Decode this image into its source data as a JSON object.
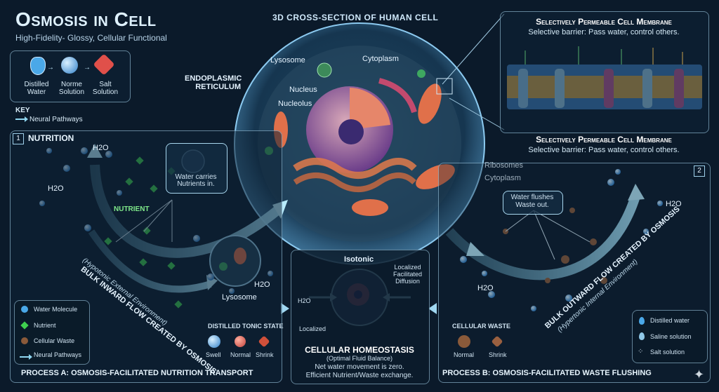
{
  "header": {
    "title": "Osmosis in Cell",
    "subtitle": "High-Fidelity- Glossy, Cellular Functional",
    "center_title": "3D CROSS-SECTION OF HUMAN CELL"
  },
  "solutions_key": {
    "items": [
      "Distilled\nWater",
      "Norme\nSolution",
      "Salt\nSolution"
    ],
    "key_label": "KEY",
    "key_item": "Neural Pathways"
  },
  "cell_labels": {
    "lysosome": "Lysosome",
    "cytoplasm_top": "Cytoplasm",
    "er": "ENDOPLASMIC\nRETICULUM",
    "nucleus": "Nucleus",
    "nucleolus": "Nucleolus",
    "ribosomes": "Ribosomes",
    "cytoplasm_right": "Cytoplasm"
  },
  "membrane": {
    "title": "Selectively Permeable Cell Membrane",
    "subtitle": "Selective barrier: Pass water, control others.",
    "title2": "Selectively Permeable Cell Membrane",
    "subtitle2": "Selective barrier: Pass water, control others."
  },
  "nutrition": {
    "number": "1",
    "label": "NUTRITION",
    "h2o_labels": [
      "H2O",
      "H2O",
      "H2O"
    ],
    "callout": "Water carries\nNutrients in.",
    "nutrient_label": "NUTRIENT",
    "flow_text": "BULK INWARD FLOW CREATED BY OSMOSIS",
    "flow_sub": "(Hypotonic External Environment)",
    "lysosome": "Lysosome"
  },
  "legend_left": {
    "items": [
      "Water Molecule",
      "Nutrient",
      "Cellular Waste",
      "Neural Pathways"
    ]
  },
  "tonic": {
    "title": "DISTILLED TONIC STATE",
    "states": [
      "Swell",
      "Normal",
      "Shrink"
    ]
  },
  "process_a": "PROCESS A: OSMOSIS-FACILITATED NUTRITION TRANSPORT",
  "center_box": {
    "isotonic": "Isotonic",
    "localized_top": "Localized\nFacilitated\nDiffusion",
    "h2o": "H2O",
    "localized_bottom": "Localized",
    "heading": "CELLULAR HOMEOSTASIS",
    "sub": "(Optimal Fluid Balance)",
    "line1": "Net water movement is zero.",
    "line2": "Efficient Nutrient/Waste exchange."
  },
  "waste": {
    "number": "2",
    "callout": "Water flushes\nWaste out.",
    "h2o_labels": [
      "H2O",
      "H2O"
    ],
    "flow_text": "BULK OUTWARD FLOW CREATED BY OSMOSIS",
    "flow_sub": "(Hypertonic Internal Environment)",
    "cellular_waste": "CELLULAR WASTE",
    "states": [
      "Normal",
      "Shrink"
    ]
  },
  "legend_right": {
    "items": [
      "Distilled water",
      "Saline solution",
      "Salt solution"
    ]
  },
  "process_b": "PROCESS B: OSMOSIS-FACILITATED WASTE FLUSHING",
  "colors": {
    "water": "#4aa8e8",
    "nutrient": "#3fcf4f",
    "waste": "#8a5a3a",
    "arrow": "#8fd6f0",
    "membrane": "#5aa0dc"
  }
}
